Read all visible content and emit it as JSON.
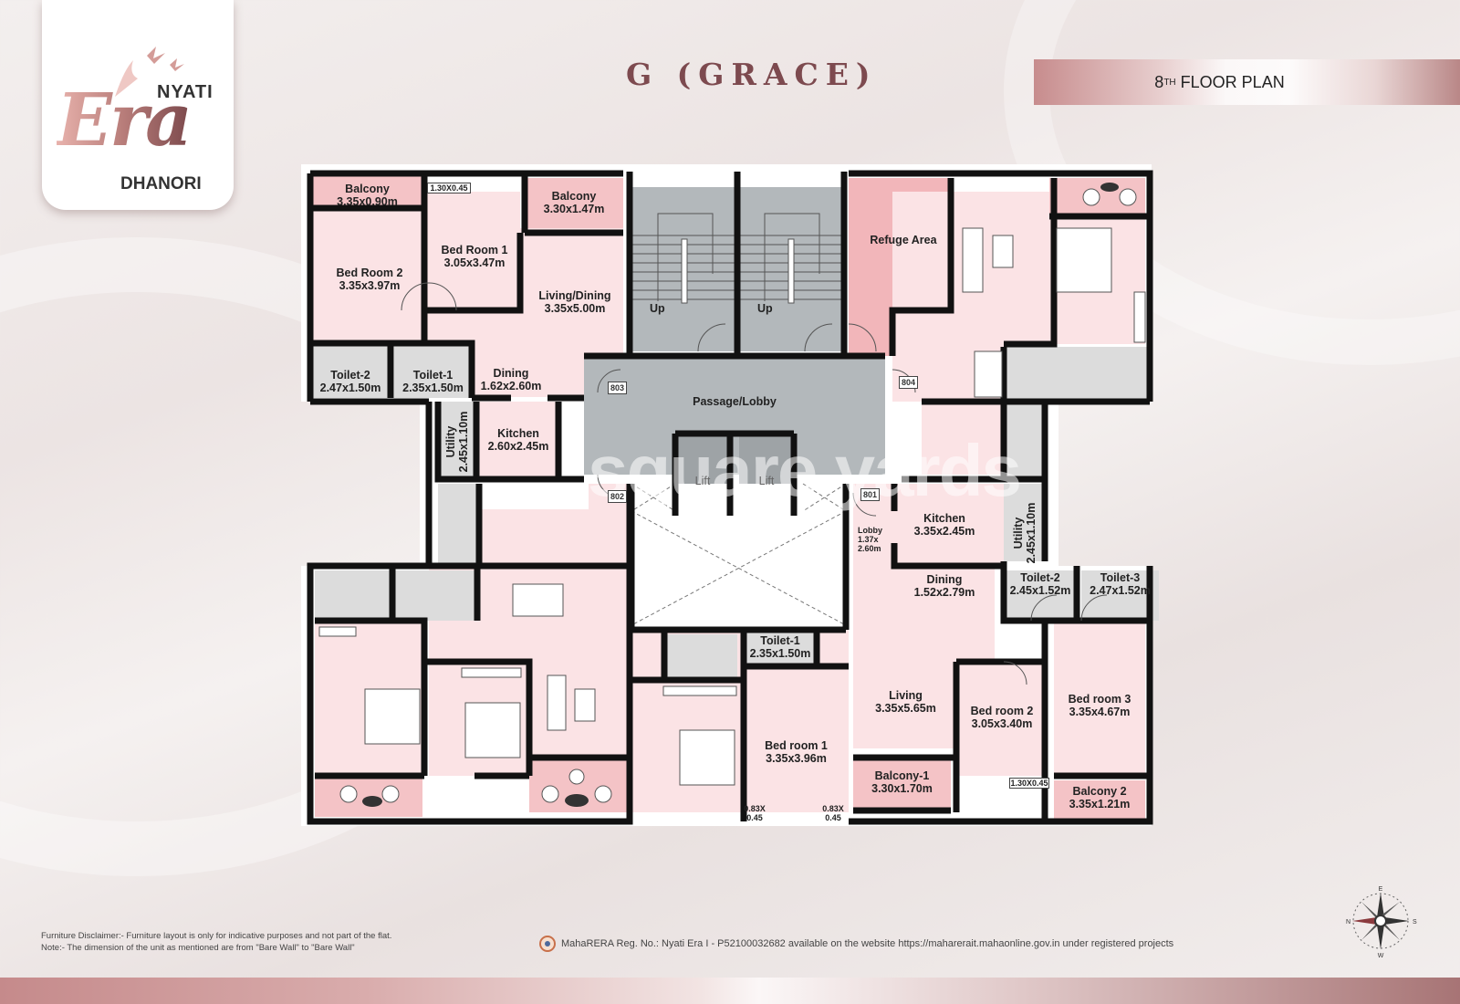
{
  "logo": {
    "brand_top": "NYATI",
    "brand_script": "Era",
    "brand_bottom": "DHANORI"
  },
  "header": {
    "title": "G (GRACE)",
    "floor_number": "8",
    "floor_suffix": "TH",
    "floor_label": "FLOOR PLAN"
  },
  "plan": {
    "units": [
      {
        "unit_no": "803",
        "rooms": [
          {
            "name": "Balcony",
            "size": "3.35x0.90m"
          },
          {
            "name": "",
            "size": "1.30X0.45"
          },
          {
            "name": "Balcony",
            "size": "3.30x1.47m"
          },
          {
            "name": "Bed Room 1",
            "size": "3.05x3.47m"
          },
          {
            "name": "Bed Room 2",
            "size": "3.35x3.97m"
          },
          {
            "name": "Living/Dining",
            "size": "3.35x5.00m"
          },
          {
            "name": "Toilet-2",
            "size": "2.47x1.50m"
          },
          {
            "name": "Toilet-1",
            "size": "2.35x1.50m"
          },
          {
            "name": "Dining",
            "size": "1.62x2.60m"
          },
          {
            "name": "Utility",
            "size": "2.45x1.10m"
          },
          {
            "name": "Kitchen",
            "size": "2.60x2.45m"
          }
        ]
      },
      {
        "unit_no": "802",
        "rooms": []
      },
      {
        "unit_no": "804",
        "rooms": [
          {
            "name": "Refuge Area",
            "size": ""
          }
        ]
      },
      {
        "unit_no": "801",
        "rooms": [
          {
            "name": "Lobby",
            "size": "1.37x 2.60m"
          },
          {
            "name": "Kitchen",
            "size": "3.35x2.45m"
          },
          {
            "name": "Utility",
            "size": "2.45x1.10m"
          },
          {
            "name": "Dining",
            "size": "1.52x2.79m"
          },
          {
            "name": "Toilet-2",
            "size": "2.45x1.52m"
          },
          {
            "name": "Toilet-3",
            "size": "2.47x1.52m"
          },
          {
            "name": "Toilet-1",
            "size": "2.35x1.50m"
          },
          {
            "name": "Living",
            "size": "3.35x5.65m"
          },
          {
            "name": "Bed room 2",
            "size": "3.05x3.40m"
          },
          {
            "name": "Bed room 3",
            "size": "3.35x4.67m"
          },
          {
            "name": "Bed room 1",
            "size": "3.35x3.96m"
          },
          {
            "name": "Balcony-1",
            "size": "3.30x1.70m"
          },
          {
            "name": "",
            "size": "1.30X0.45"
          },
          {
            "name": "Balcony 2",
            "size": "3.35x1.21m"
          },
          {
            "name": "",
            "size": "0.83X 0.45"
          },
          {
            "name": "",
            "size": "0.83X 0.45"
          }
        ]
      }
    ],
    "core": {
      "passage": "Passage/Lobby",
      "stair_up_1": "Up",
      "stair_up_2": "Up",
      "lift_1": "Lift",
      "lift_2": "Lift"
    },
    "watermark": "square yards"
  },
  "footer": {
    "disclaimer": "Furniture Disclaimer:- Furniture layout is only for indicative purposes and not part of the flat.",
    "note": "Note:- The dimension of the unit as mentioned are from \"Bare Wall\" to \"Bare Wall\"",
    "rera": "MahaRERA Reg. No.: Nyati Era I - P52100032682 available on the website https://maharerait.mahaonline.gov.in under registered projects"
  },
  "compass": {
    "n": "N",
    "e": "E",
    "s": "S",
    "w": "W"
  },
  "colors": {
    "wall": "#111111",
    "room_pink": "#fbe3e5",
    "balcony_pink": "#f4c3c6",
    "refuge": "#f2b6ba",
    "core_grey": "#b3b8bb",
    "wet_grey": "#dcdcdc",
    "title": "#7d4a4f"
  }
}
